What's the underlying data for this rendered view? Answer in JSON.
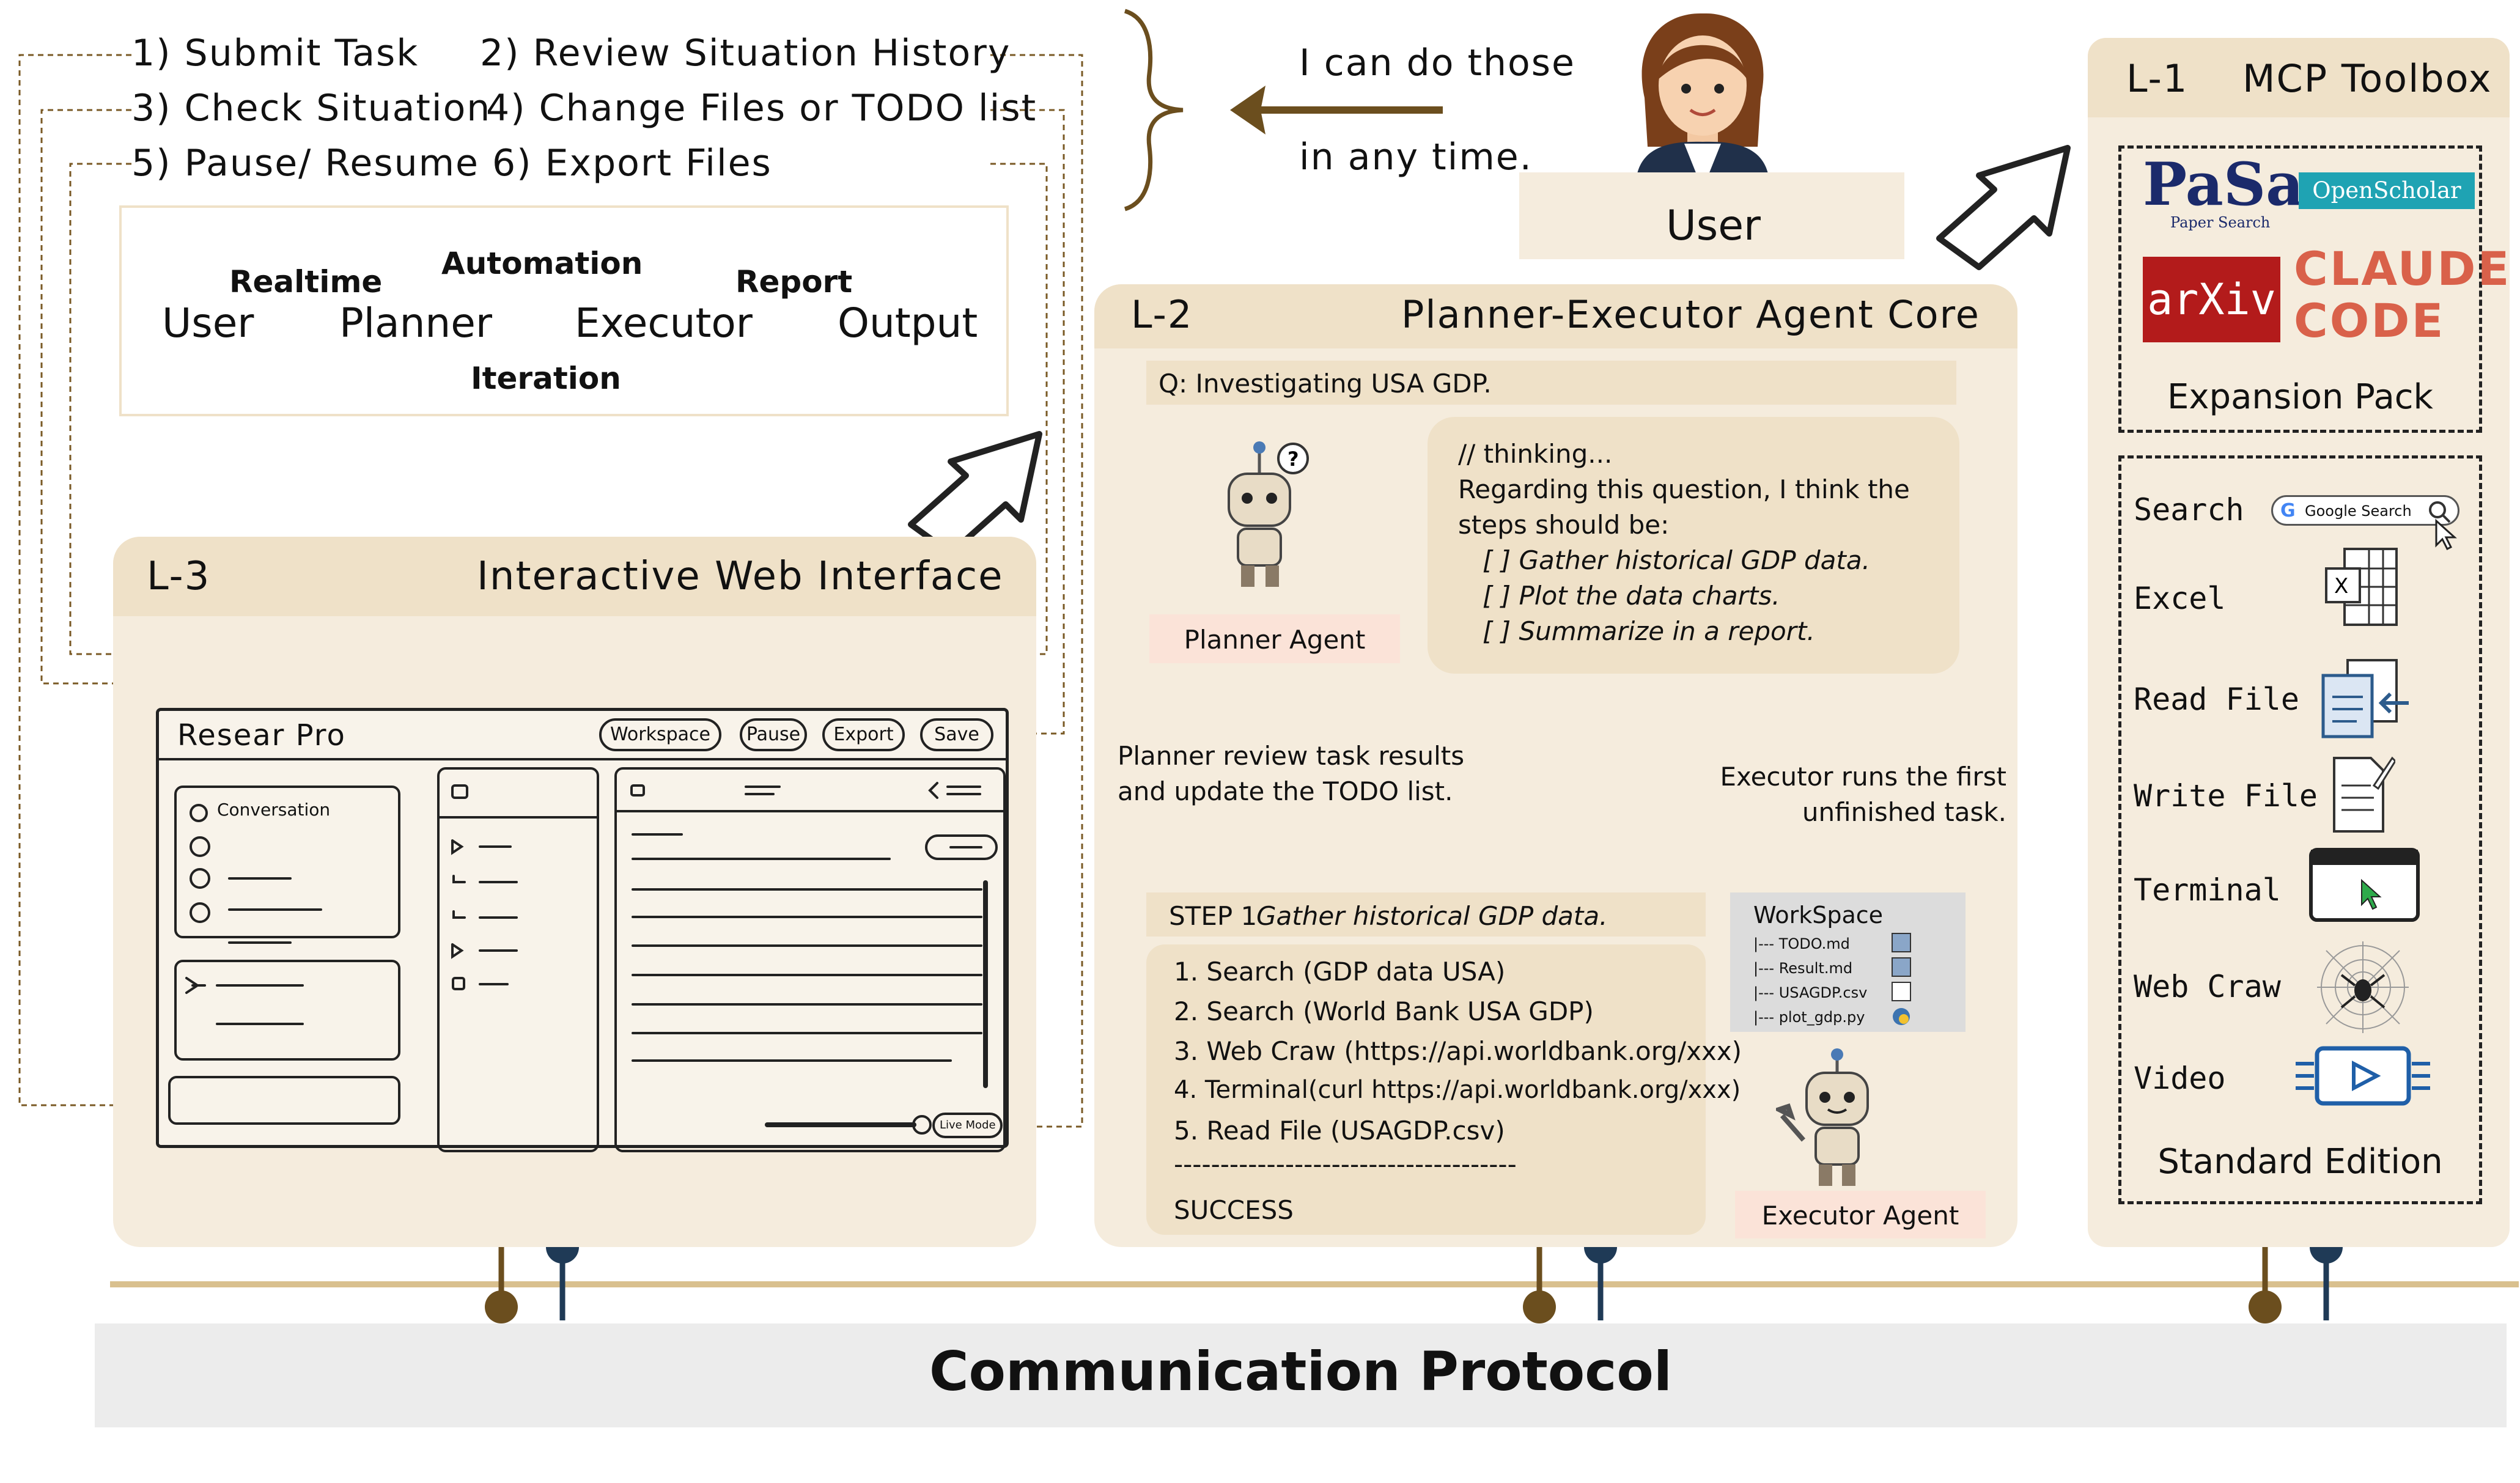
{
  "user_actions": {
    "items": [
      "1) Submit Task",
      "2) Review Situation History",
      "3) Check Situation",
      "4) Change Files or TODO list",
      "5) Pause/ Resume",
      "6) Export Files"
    ]
  },
  "flow": {
    "user": "User",
    "planner": "Planner",
    "executor": "Executor",
    "output": "Output",
    "realtime": "Realtime",
    "automation": "Automation",
    "report": "Report",
    "iteration": "Iteration"
  },
  "callout": {
    "line1": "I can do those",
    "line2": "in any time."
  },
  "user_label": "User",
  "l3": {
    "tag": "L-3",
    "title": "Interactive Web Interface",
    "app_name": "Resear Pro",
    "buttons": [
      "Workspace",
      "Pause",
      "Export",
      "Save"
    ],
    "conversation": "Conversation",
    "live_mode": "Live Mode"
  },
  "l2": {
    "tag": "L-2",
    "title": "Planner-Executor Agent Core",
    "question": "Q: Investigating USA GDP.",
    "thinking": {
      "line1": "// thinking...",
      "line2": "Regarding this question, I think the",
      "line3": "steps should be:",
      "todo": [
        "[ ] Gather historical GDP data.",
        "[ ] Plot the data charts.",
        "[ ] Summarize in a report."
      ]
    },
    "planner_agent": "Planner Agent",
    "planner_note": {
      "line1": "Planner review task results",
      "line2": "and update the TODO list."
    },
    "executor_note": {
      "line1": "Executor runs the first",
      "line2": "unfinished task."
    },
    "step_prefix": "STEP 1",
    "step_title": "Gather historical GDP data.",
    "steps": [
      "1. Search (GDP data USA)",
      "2. Search (World Bank USA GDP)",
      "3. Web Craw (https://api.worldbank.org/xxx)",
      "4. Terminal(curl https://api.worldbank.org/xxx)",
      "5. Read File (USAGDP.csv)"
    ],
    "divider": "-------------------------------------",
    "result": "SUCCESS",
    "workspace": {
      "title": "WorkSpace",
      "files": [
        "|--- TODO.md",
        "|--- Result.md",
        "|--- USAGDP.csv",
        "|--- plot_gdp.py"
      ]
    },
    "executor_agent": "Executor Agent"
  },
  "l1": {
    "tag": "L-1",
    "title": "MCP Toolbox",
    "expansion": {
      "logos": [
        "PaSa",
        "Paper Search",
        "OpenScholar",
        "arXiv",
        "CLAUDE",
        "CODE"
      ],
      "label": "Expansion Pack"
    },
    "tools": [
      "Search",
      "Excel",
      "Read File",
      "Write File",
      "Terminal",
      "Web Craw",
      "Video"
    ],
    "google_search": "Google Search",
    "standard_label": "Standard Edition"
  },
  "protocol": "Communication Protocol",
  "colors": {
    "panel": "#f5ecdd",
    "panel_header": "#efe1c8",
    "accent_brown": "#6b4e1e",
    "protocol_bar": "#d9c08e",
    "navy": "#1f3a56",
    "agent_label": "#fbe3d8"
  }
}
